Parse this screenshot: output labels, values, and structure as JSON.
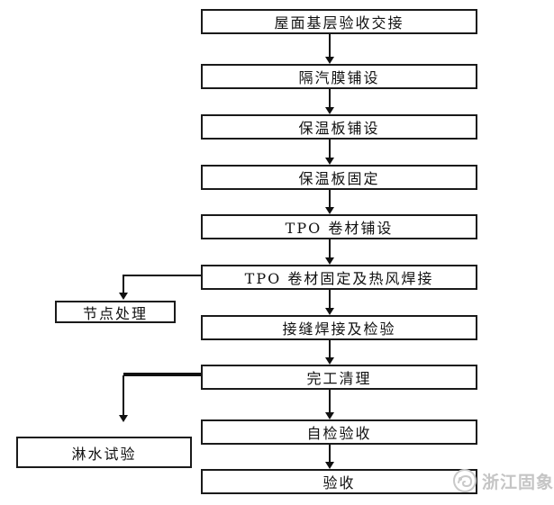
{
  "flowchart": {
    "type": "flowchart",
    "direction": "top-down",
    "nodes": [
      {
        "id": "n1",
        "label": "屋面基层验收交接"
      },
      {
        "id": "n2",
        "label": "隔汽膜铺设"
      },
      {
        "id": "n3",
        "label": "保温板铺设"
      },
      {
        "id": "n4",
        "label": "保温板固定"
      },
      {
        "id": "n5",
        "label": "TPO 卷材铺设"
      },
      {
        "id": "n6",
        "label": "TPO 卷材固定及热风焊接"
      },
      {
        "id": "n7",
        "label": "接缝焊接及检验"
      },
      {
        "id": "n8",
        "label": "完工清理"
      },
      {
        "id": "n9",
        "label": "自检验收"
      },
      {
        "id": "n10",
        "label": "验收"
      }
    ],
    "side_nodes": [
      {
        "id": "s1",
        "label": "节点处理",
        "branch_from": "n6"
      },
      {
        "id": "s2",
        "label": "淋水试验",
        "branch_from": "n8"
      }
    ],
    "edges": [
      "n1->n2",
      "n2->n3",
      "n3->n4",
      "n4->n5",
      "n5->n6",
      "n6->n7",
      "n7->n8",
      "n8->n9",
      "n9->n10",
      "n6->s1",
      "n8->s2"
    ]
  },
  "watermark": {
    "text": "浙江固象",
    "icon": "elephant-circle-logo"
  },
  "colors": {
    "line": "#111111",
    "background": "#ffffff",
    "watermark": "#c5c5c5"
  }
}
